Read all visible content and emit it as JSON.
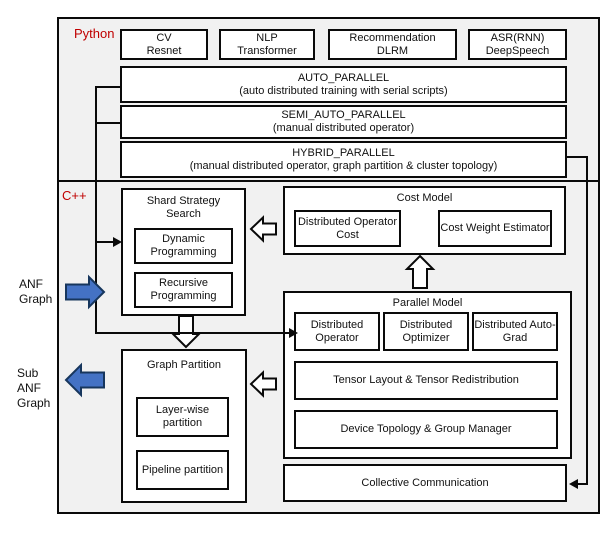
{
  "colors": {
    "accent_red": "#C00000",
    "arrow_blue": "#4472C4",
    "border_ink": "#0a0a0a",
    "panel_bg": "#f1f1f1"
  },
  "python_section": {
    "label": "Python",
    "apps": [
      {
        "line1": "CV",
        "line2": "Resnet"
      },
      {
        "line1": "NLP",
        "line2": "Transformer"
      },
      {
        "line1": "Recommendation",
        "line2": "DLRM"
      },
      {
        "line1": "ASR(RNN)",
        "line2": "DeepSpeech"
      }
    ],
    "modes": [
      {
        "title": "AUTO_PARALLEL",
        "subtitle": "(auto distributed training with serial scripts)"
      },
      {
        "title": "SEMI_AUTO_PARALLEL",
        "subtitle": "(manual distributed operator)"
      },
      {
        "title": "HYBRID_PARALLEL",
        "subtitle": "(manual distributed operator, graph partition & cluster topology)"
      }
    ]
  },
  "cpp_section": {
    "label": "C++",
    "shard_strategy": {
      "title": "Shard Strategy Search",
      "items": [
        "Dynamic Programming",
        "Recursive Programming"
      ]
    },
    "cost_model": {
      "title": "Cost Model",
      "items": [
        "Distributed Operator Cost",
        "Cost Weight Estimator"
      ]
    },
    "parallel_model": {
      "title": "Parallel Model",
      "row_items": [
        "Distributed Operator",
        "Distributed Optimizer",
        "Distributed Auto-Grad"
      ],
      "wide_items": [
        "Tensor Layout & Tensor Redistribution",
        "Device Topology & Group Manager"
      ]
    },
    "graph_partition": {
      "title": "Graph Partition",
      "items": [
        "Layer-wise partition",
        "Pipeline partition"
      ]
    },
    "collective_label": "Collective Communication"
  },
  "io": {
    "input_lines": [
      "ANF",
      "Graph"
    ],
    "output_lines": [
      "Sub",
      "ANF",
      "Graph"
    ]
  }
}
